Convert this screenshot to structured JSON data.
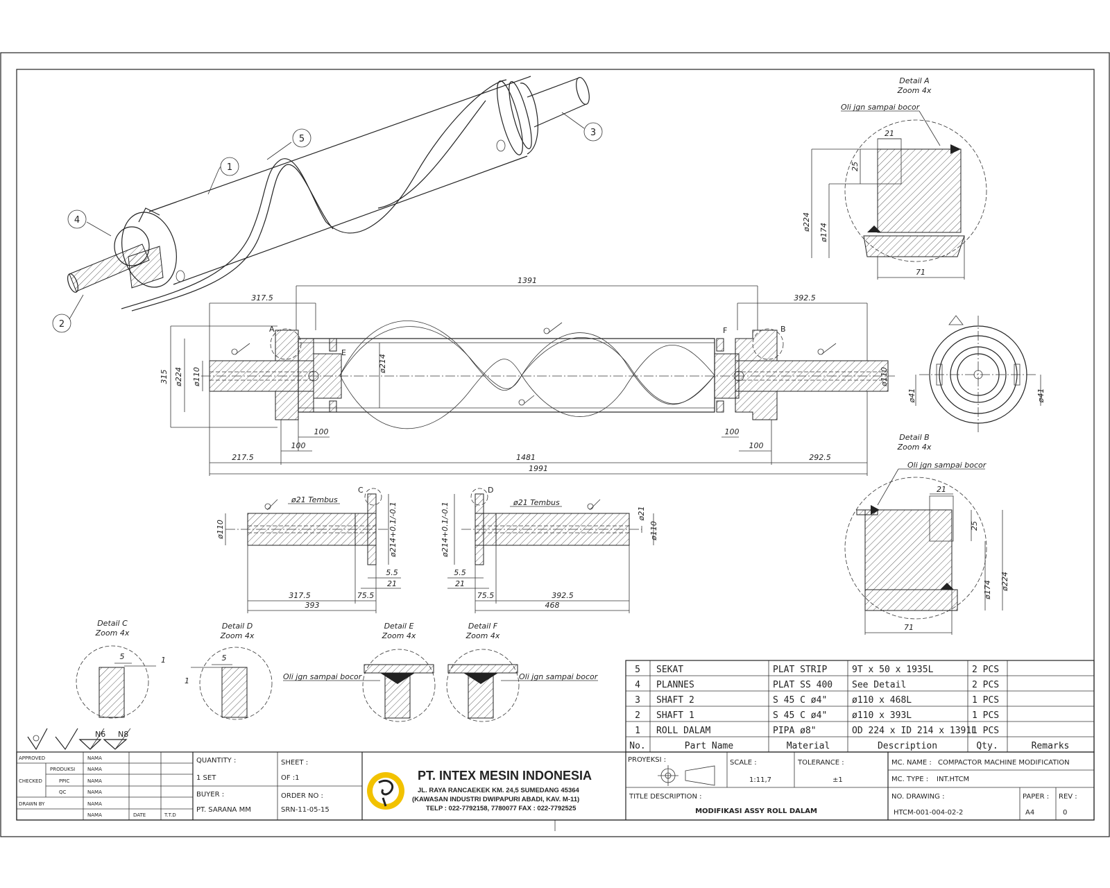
{
  "balloons": [
    "1",
    "2",
    "3",
    "4",
    "5"
  ],
  "details": {
    "A": {
      "title": "Detail A",
      "zoom": "Zoom 4x",
      "note": "Oli jgn sampai bocor"
    },
    "B": {
      "title": "Detail B",
      "zoom": "Zoom 4x",
      "note": "Oli jgn sampai bocor"
    },
    "C": {
      "title": "Detail C",
      "zoom": "Zoom 4x"
    },
    "D": {
      "title": "Detail D",
      "zoom": "Zoom 4x"
    },
    "E": {
      "title": "Detail E",
      "zoom": "Zoom 4x",
      "note": "Oli jgn sampai bocor"
    },
    "F": {
      "title": "Detail F",
      "zoom": "Zoom 4x",
      "note": "Oli jgn sampai bocor"
    }
  },
  "letters": {
    "a": "A",
    "b": "B",
    "c": "C",
    "d": "D",
    "e": "E",
    "f": "F"
  },
  "dims": {
    "d1391": "1391",
    "d317": "317.5",
    "d392": "392.5",
    "d315": "315",
    "d224": "ø224",
    "d110": "ø110",
    "d214": "ø214",
    "d100a": "100",
    "d100b": "100",
    "d100c": "100",
    "d100d": "100",
    "d217": "217.5",
    "d1481": "1481",
    "d292": "292.5",
    "d1991": "1991",
    "d41a": "ø41",
    "d41b": "ø41",
    "dA21": "21",
    "dA25": "25",
    "dA224": "ø224",
    "dA174": "ø174",
    "dA71": "71",
    "dB21": "21",
    "dB25": "25",
    "dB224": "ø224",
    "dB174": "ø174",
    "dB71": "71",
    "s1tembus": "ø21 Tembus",
    "s1d110": "ø110",
    "s1d214": "ø214+0.1/-0.1",
    "s1_55": "5.5",
    "s1_21": "21",
    "s1_317": "317.5",
    "s1_755": "75.5",
    "s1_393": "393",
    "s2tembus": "ø21 Tembus",
    "s2d214": "ø214+0.1/-0.1",
    "s2_55": "5.5",
    "s2_21": "21",
    "s2_755": "75.5",
    "s2_3925": "392.5",
    "s2_468": "468",
    "s2d21": "ø21",
    "s2d110": "ø110",
    "c5": "5",
    "c1": "1",
    "dd5": "5",
    "dd1": "1"
  },
  "bom": {
    "rows": [
      {
        "no": "5",
        "name": "SEKAT",
        "material": "PLAT STRIP",
        "desc": "9T x 50 x 1935L",
        "qty": "2 PCS",
        "remarks": ""
      },
      {
        "no": "4",
        "name": "PLANNES",
        "material": "PLAT SS 400",
        "desc": "See Detail",
        "qty": "2 PCS",
        "remarks": ""
      },
      {
        "no": "3",
        "name": "SHAFT 2",
        "material": "S 45 C ø4\"",
        "desc": "ø110 x 468L",
        "qty": "1 PCS",
        "remarks": ""
      },
      {
        "no": "2",
        "name": "SHAFT 1",
        "material": "S 45 C ø4\"",
        "desc": "ø110 x 393L",
        "qty": "1 PCS",
        "remarks": ""
      },
      {
        "no": "1",
        "name": "ROLL DALAM",
        "material": "PIPA ø8\"",
        "desc": "OD 224 x ID 214 x 1391L",
        "qty": "1 PCS",
        "remarks": ""
      }
    ],
    "header": {
      "no": "No.",
      "name": "Part Name",
      "material": "Material",
      "desc": "Description",
      "qty": "Qty.",
      "remarks": "Remarks"
    }
  },
  "surface": {
    "n6": "N6",
    "n8": "N8"
  },
  "titleblock": {
    "approved": "APPROVED",
    "checked": "CHECKED",
    "drawn_by": "DRAWN BY",
    "produksi": "PRODUKSI",
    "ppic": "PPIC",
    "qc": "QC",
    "nama": "NAMA",
    "tanggal": "DATE",
    "ttd": "T.T.D",
    "quantity_label": "QUANTITY :",
    "quantity_value": "1 SET",
    "sheet_label": "SHEET :",
    "sheet_value": "OF :1",
    "buyer_label": "BUYER :",
    "buyer_value": "PT. SARANA MM",
    "order_label": "ORDER NO :",
    "order_value": "SRN-11-05-15",
    "company": "PT. INTEX MESIN INDONESIA",
    "addr1": "JL. RAYA RANCAEKEK KM. 24,5 SUMEDANG 45364",
    "addr2": "(KAWASAN INDUSTRI DWIPAPURI ABADI, KAV. M-11)",
    "addr3": "TELP : 022-7792158, 7780077 FAX : 022-7792525",
    "proyeksi": "PROYEKSI :",
    "scale_label": "SCALE :",
    "scale_value": "1:11,7",
    "tolerance_label": "TOLERANCE :",
    "tolerance_value": "±1",
    "title_desc_label": "TITLE DESCRIPTION :",
    "title_desc_value": "MODIFIKASI ASSY ROLL DALAM",
    "mc_name_label": "MC. NAME :",
    "mc_name_value": "COMPACTOR MACHINE MODIFICATION",
    "mc_type_label": "MC. TYPE :",
    "mc_type_value": "INT.HTCM",
    "no_drawing_label": "NO. DRAWING :",
    "no_drawing_value": "HTCM-001-004-02-2",
    "paper_label": "PAPER :",
    "paper_value": "A4",
    "rev_label": "REV :",
    "rev_value": "0"
  },
  "colors": {
    "logo": "#f2c200",
    "line": "#222222"
  }
}
